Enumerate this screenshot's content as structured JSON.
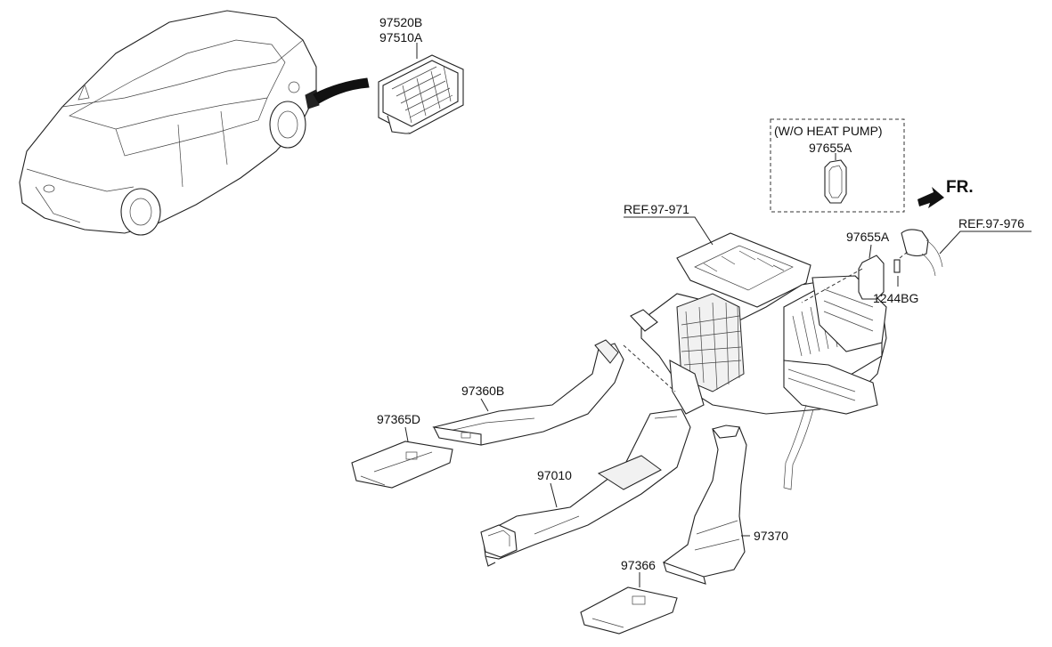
{
  "labels": {
    "p97520B": "97520B",
    "p97510A": "97510A",
    "wo_heat_pump": "(W/O HEAT PUMP)",
    "p97655A_inset": "97655A",
    "fr": "FR.",
    "ref_97_971": "REF.97-971",
    "ref_97_976": "REF.97-976",
    "p97655A": "97655A",
    "p1244BG": "1244BG",
    "p97360B": "97360B",
    "p97365D": "97365D",
    "p97010": "97010",
    "p97370": "97370",
    "p97366": "97366"
  },
  "colors": {
    "line": "#222222",
    "fill": "#ffffff",
    "shade": "#f1f1f1",
    "dark": "#111111"
  }
}
